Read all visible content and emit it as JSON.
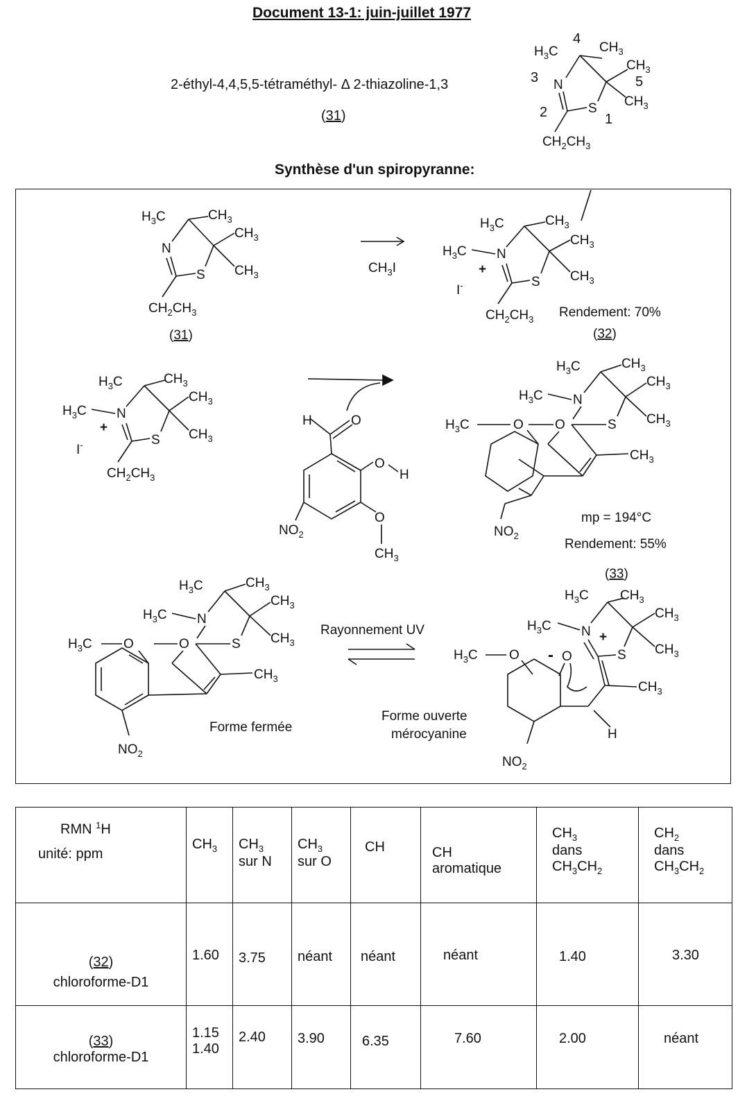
{
  "doc_title": "Document 13-1: juin-juillet 1977",
  "compound_name": "2-éthyl-4,4,5,5-tétraméthyl- Δ 2-thiazoline-1,3",
  "label_31": "31",
  "ring_numbers": {
    "n1": "1",
    "n2": "2",
    "n3": "3",
    "n4": "4",
    "n5": "5"
  },
  "synthesis_heading": "Synthèse d'un spiropyranne:",
  "reagent": "CH",
  "reagent_sub": "3",
  "reagent_tail": "I",
  "iodide": "I",
  "iodide_sup": "-",
  "plus": "+",
  "minus": "-",
  "yield_32": "Rendement: 70%",
  "label_32": "32",
  "mp_33": "mp = 194°C",
  "yield_33": "Rendement: 55%",
  "label_33": "33",
  "uv_label": "Rayonnement UV",
  "closed_form": "Forme fermée",
  "open_form_line1": "Forme ouverte",
  "open_form_line2": "mérocyanine",
  "atoms": {
    "N": "N",
    "S": "S",
    "O": "O",
    "H": "H",
    "C": "C",
    "NO": "NO",
    "two": "2",
    "three": "3",
    "CH": "CH",
    "H3C": "H"
  },
  "table": {
    "header_title": "RMN ",
    "header_sup": "1",
    "header_title_tail": "H",
    "header_unit": "unité: ppm",
    "col_ch3": "CH",
    "col_ch3n_tail": "sur N",
    "col_ch3o_tail": "sur O",
    "col_ch": "CH",
    "col_charom_tail": "aromatique",
    "col_dans": "dans",
    "col_ch2": "CH",
    "rows": [
      {
        "compound": "32",
        "solvent": "chloroforme-D1",
        "ch3": "1.60",
        "ch3n": "3.75",
        "ch3o": "néant",
        "ch": "néant",
        "charom": "néant",
        "ch3_ethyl": "1.40",
        "ch2_ethyl": "3.30"
      },
      {
        "compound": "33",
        "solvent": "chloroforme-D1",
        "ch3_a": "1.15",
        "ch3_b": "1.40",
        "ch3n": "2.40",
        "ch3o": "3.90",
        "ch": "6.35",
        "charom": "7.60",
        "ch3_ethyl": "2.00",
        "ch2_ethyl": "néant"
      }
    ]
  }
}
